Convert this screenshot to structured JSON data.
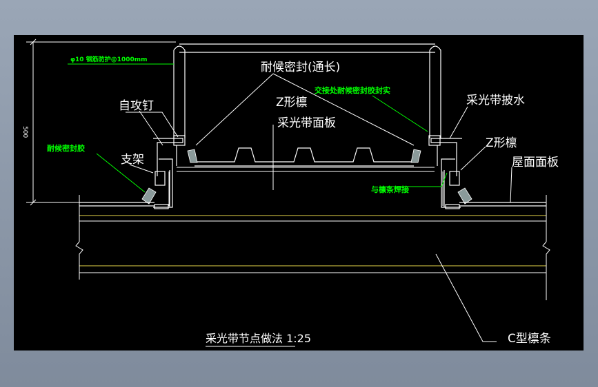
{
  "drawing": {
    "title": "采光带节点做法 1:25",
    "labels": {
      "steel_bar": "φ10 钢筋防护@1000mm",
      "weather_sealant_length": "耐候密封(通长)",
      "joint_sealant": "交接处耐候密封胶封实",
      "self_tapping_screw": "自攻钉",
      "z_purlin_center": "Z形檩",
      "skylight_panel": "采光带面板",
      "skylight_flashing": "采光带披水",
      "z_purlin_right": "Z形檩",
      "weather_sealant_left": "耐候密封胶",
      "bracket": "支架",
      "weld_to_purlin": "与檩条焊接",
      "roof_panel": "屋面面板",
      "c_purlin": "C型檩条",
      "dimension_500": "500"
    },
    "colors": {
      "background": "#000000",
      "line": "#ffffff",
      "annotation_green": "#00ff00",
      "purlin_yellow": "#e8d84a",
      "sealant_gray": "#8a9a9a"
    }
  }
}
